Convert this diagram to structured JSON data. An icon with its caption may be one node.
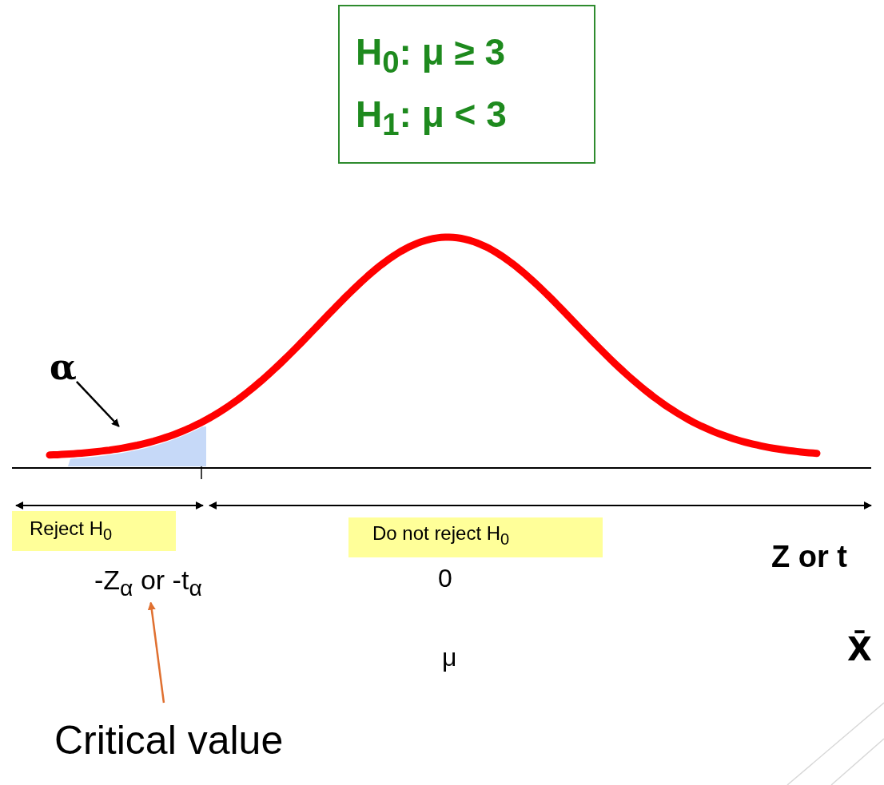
{
  "diagram": {
    "nodes": [
      {
        "text": [
          "H$_{0}$: μ ≥ 3",
          "H$_{1}$: μ < 3"
        ]
      },
      {
        "text": [
          "α"
        ]
      },
      {
        "text": [],
        "shape": "area"
      },
      {
        "text": [
          "Reject H$_{0}$"
        ]
      },
      {
        "text": [
          "Do not reject H$_{0}$"
        ]
      },
      {
        "text": [
          "-Z$_{α}$ or -t$_{α}$"
        ]
      },
      {
        "text": [
          "Critical value"
        ]
      }
    ],
    "edges": [
      {
        "from": 1,
        "to": 2,
        "arrow": "to"
      },
      {
        "from": 6,
        "to": 5,
        "arrow": "to",
        "color": "#e07030"
      }
    ],
    "labels": [
      "Z or t",
      "0",
      "μ",
      "X̄"
    ]
  }
}
